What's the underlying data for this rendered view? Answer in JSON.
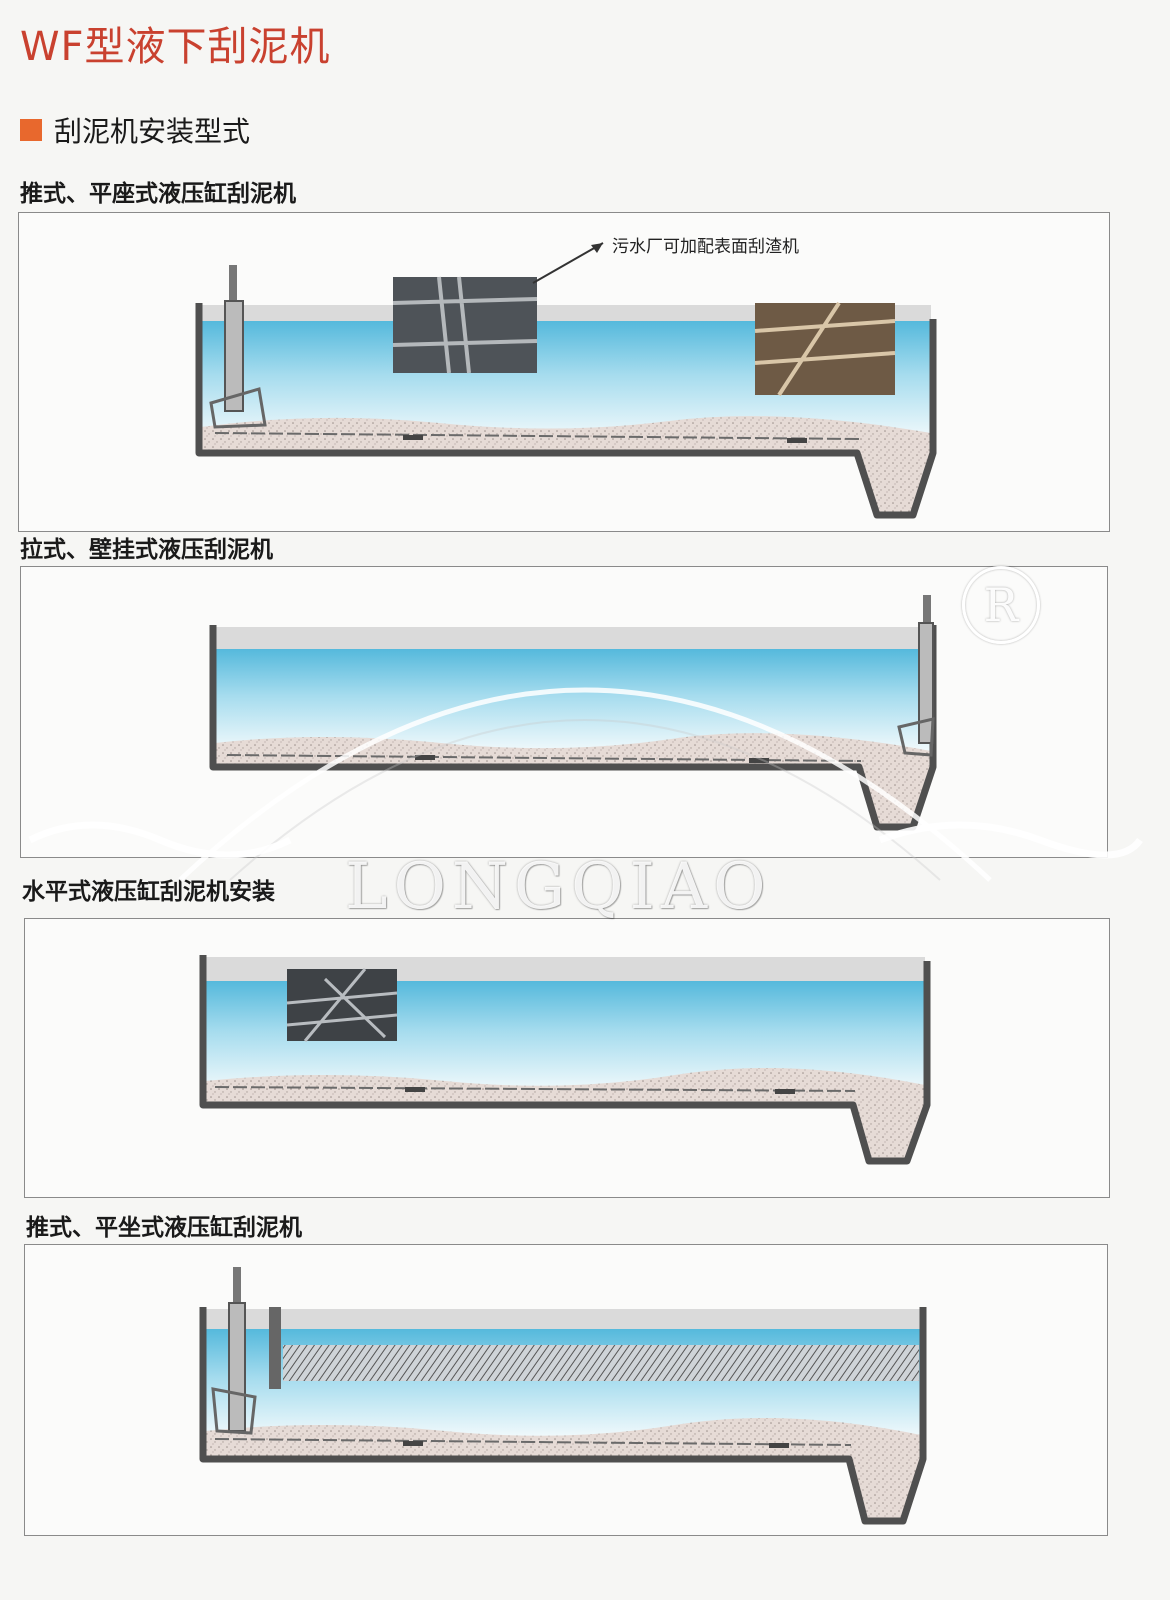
{
  "page": {
    "title": "WF型液下刮泥机",
    "section_title": "刮泥机安装型式"
  },
  "panels": [
    {
      "caption": "推式、平座式液压缸刮泥机",
      "callout": "污水厂可加配表面刮渣机"
    },
    {
      "caption": "拉式、壁挂式液压刮泥机"
    },
    {
      "caption": "水平式液压缸刮泥机安装"
    },
    {
      "caption": "推式、平坐式液压缸刮泥机"
    }
  ],
  "watermark": {
    "text": "LONGQIAO",
    "registered": "R"
  },
  "colors": {
    "title": "#c9412f",
    "marker": "#e8682d",
    "water": "#7fcde6",
    "sludge": "#e3d7d1",
    "tank_wall": "#555555"
  }
}
